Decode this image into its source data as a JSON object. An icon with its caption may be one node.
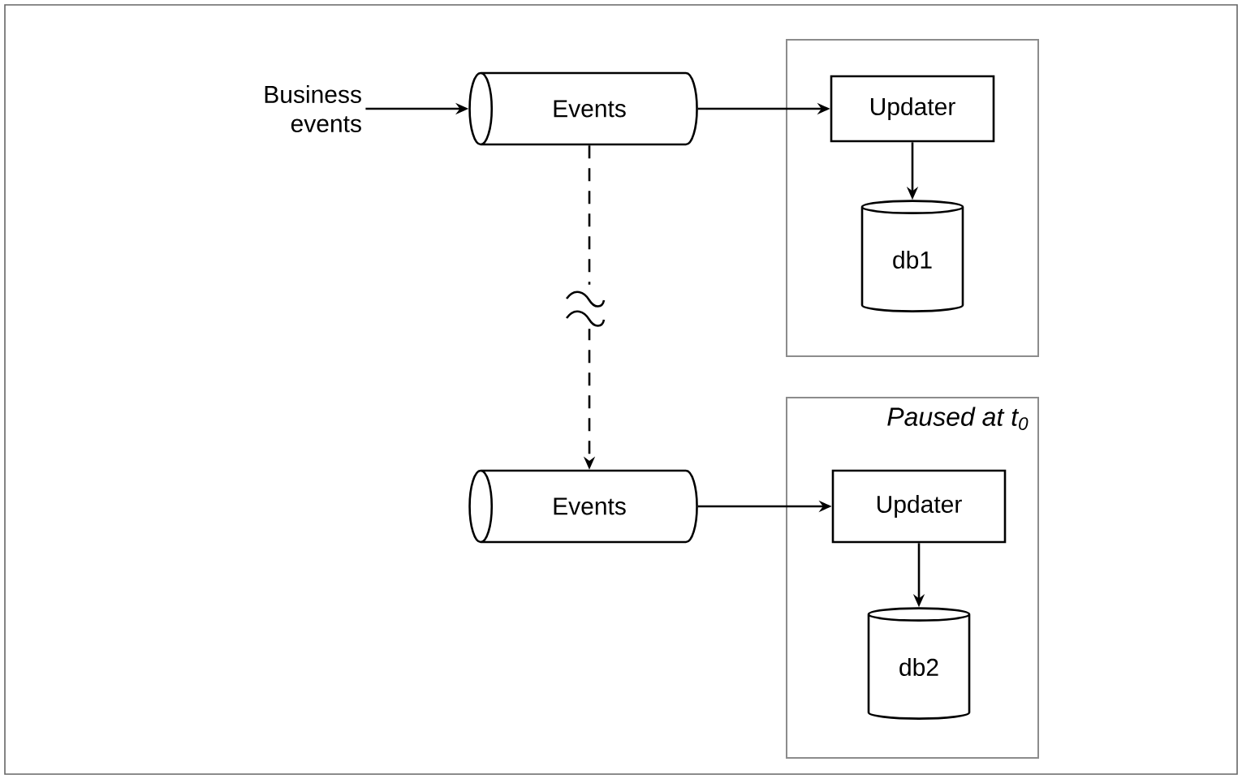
{
  "diagram": {
    "nodes": [
      {
        "text": [
          "Business events"
        ]
      },
      {
        "text": [
          "Events"
        ]
      },
      {
        "text": [],
        "shape": "box"
      },
      {
        "text": [
          "Updater"
        ],
        "in": 2
      },
      {
        "text": [
          "db1"
        ],
        "in": 2
      },
      {
        "text": [
          "Events"
        ]
      },
      {
        "text": [
          "Paused at t$_{0}$"
        ]
      },
      {
        "text": [
          "Updater"
        ],
        "in": 6
      },
      {
        "text": [
          "db2"
        ],
        "in": 6
      }
    ],
    "edges": [
      {
        "from": 0,
        "to": 1,
        "arrow": "to"
      },
      {
        "from": 1,
        "to": 3,
        "arrow": "to"
      },
      {
        "from": 3,
        "to": 4,
        "arrow": "to"
      },
      {
        "from": 1,
        "to": 5,
        "arrow": "to",
        "style": "dashed"
      },
      {
        "from": 5,
        "to": 7,
        "arrow": "to"
      },
      {
        "from": 7,
        "to": 8,
        "arrow": "to"
      }
    ]
  }
}
